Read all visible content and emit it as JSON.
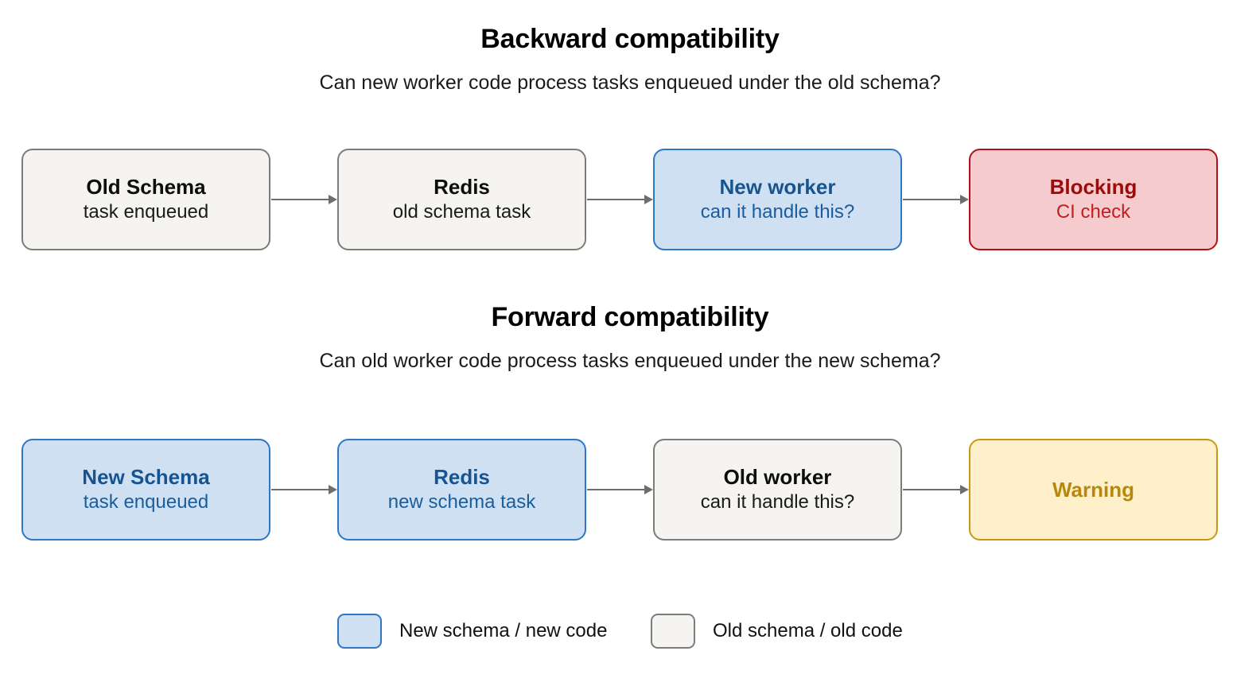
{
  "sections": [
    {
      "title": "Backward compatibility",
      "subtitle": "Can new worker code process tasks enqueued under the old schema?",
      "nodes": [
        {
          "line1": "Old Schema",
          "line2": "task enqueued",
          "style": "grey"
        },
        {
          "line1": "Redis",
          "line2": "old schema task",
          "style": "grey"
        },
        {
          "line1": "New worker",
          "line2": "can it handle this?",
          "style": "blue"
        },
        {
          "line1": "Blocking",
          "line2": "CI check",
          "style": "red"
        }
      ]
    },
    {
      "title": "Forward compatibility",
      "subtitle": "Can old worker code process tasks enqueued under the new schema?",
      "nodes": [
        {
          "line1": "New Schema",
          "line2": "task enqueued",
          "style": "blue"
        },
        {
          "line1": "Redis",
          "line2": "new schema task",
          "style": "blue"
        },
        {
          "line1": "Old worker",
          "line2": "can it handle this?",
          "style": "grey"
        },
        {
          "line1": "Warning",
          "line2": "",
          "style": "yellow"
        }
      ]
    }
  ],
  "legend": {
    "items": [
      {
        "label": "New schema / new code",
        "style": "blue"
      },
      {
        "label": "Old schema / old code",
        "style": "grey"
      }
    ]
  },
  "colors": {
    "blue_fill": "#cfe0f3",
    "blue_border": "#2f76c4",
    "blue_text": "#17548f",
    "grey_fill": "#f5f4f1",
    "grey_border": "#7c7c7c",
    "red_fill": "#f5cbcd",
    "red_border": "#b01116",
    "red_text": "#9d0a0a",
    "yellow_fill": "#fdf0cb",
    "yellow_border": "#c89a12",
    "yellow_text": "#b8880c",
    "arrow": "#6e6e6e"
  }
}
